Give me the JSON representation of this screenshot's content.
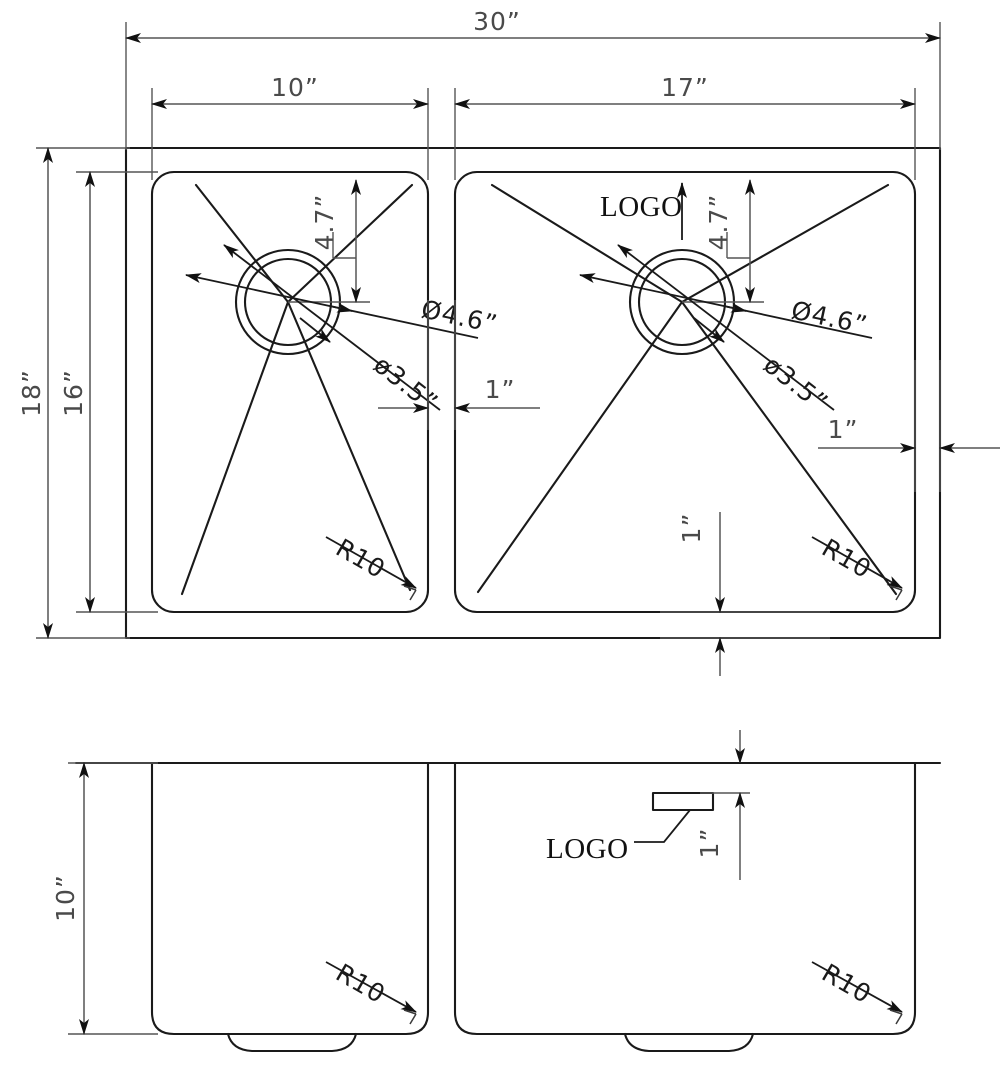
{
  "drawing": {
    "title": "Double Bowl Undermount Sink Technical Drawing",
    "units": "inches",
    "line_color": "#1a1a1a",
    "dim_color": "#555555",
    "background": "#ffffff"
  },
  "plan_view": {
    "name": "top-plan-view",
    "overall_width": "30”",
    "overall_depth": "18”",
    "left_bowl_width": "10”",
    "right_bowl_width": "17”",
    "bowl_inner_depth": "16”",
    "rim_right": "1”",
    "rim_bottom": "1”",
    "divider_gap": "1”",
    "corner_radius_left": "R10",
    "corner_radius_right": "R10",
    "logo_label": "LOGO"
  },
  "drains": {
    "left": {
      "name": "left-drain",
      "outer_diameter": "Ø4.6”",
      "inner_diameter": "ø3.5”",
      "offset_from_top": "4.7”"
    },
    "right": {
      "name": "right-drain",
      "outer_diameter": "Ø4.6”",
      "inner_diameter": "ø3.5”",
      "offset_from_top": "4.7”"
    }
  },
  "elevation_view": {
    "name": "front-elevation-view",
    "bowl_height": "10”",
    "corner_radius_left": "R10",
    "corner_radius_right": "R10",
    "logo_label": "LOGO",
    "logo_offset_from_top": "1”"
  },
  "labels": {
    "dim_30": "30”",
    "dim_10_top": "10”",
    "dim_17": "17”",
    "dim_18": "18”",
    "dim_16": "16”",
    "dim_47_left": "4.7”",
    "dim_47_right": "4.7”",
    "dia_46_left": "Ø4.6”",
    "dia_35_left": "ø3.5”",
    "dia_46_right": "Ø4.6”",
    "dia_35_right": "ø3.5”",
    "dim_1_center": "1”",
    "dim_1_right": "1”",
    "dim_1_bottom": "1”",
    "r10_left_plan": "R10",
    "r10_right_plan": "R10",
    "logo_plan": "LOGO",
    "dim_10_elev": "10”",
    "r10_left_elev": "R10",
    "r10_right_elev": "R10",
    "logo_elev": "LOGO",
    "dim_1_elev": "1”"
  }
}
